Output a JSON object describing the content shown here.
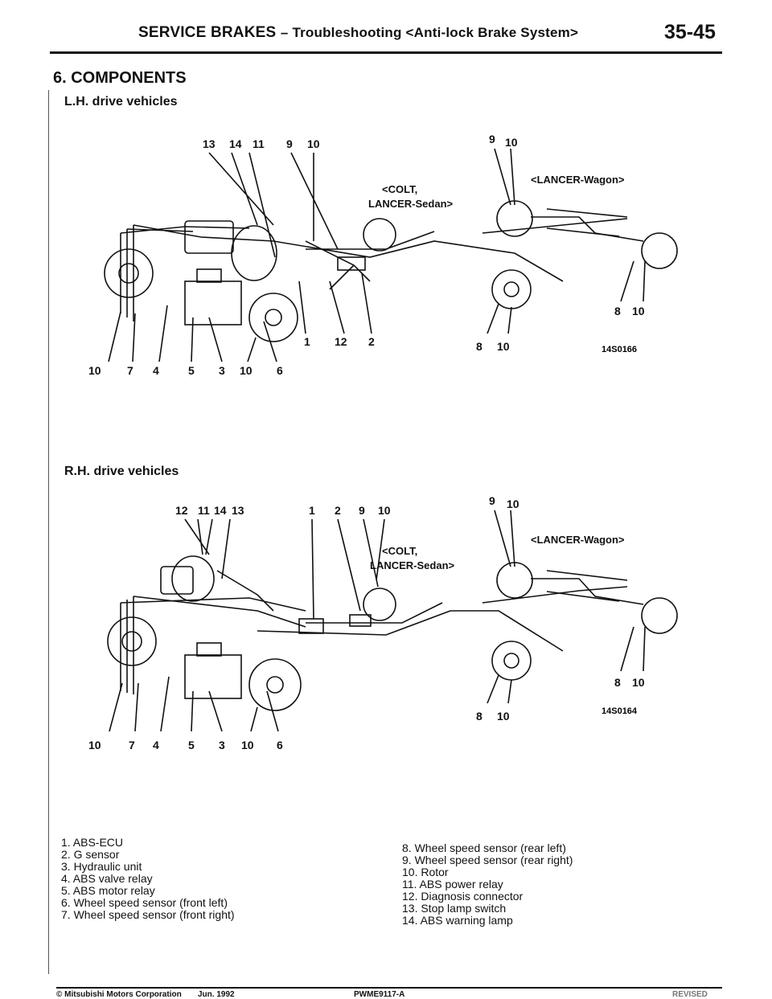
{
  "header": {
    "title_main": "SERVICE BRAKES",
    "title_sub": "– Troubleshooting <Anti-lock Brake System>",
    "page_number": "35-45"
  },
  "section": {
    "title": "6. COMPONENTS"
  },
  "lh": {
    "title": "L.H. drive vehicles",
    "figure_id": "14S0166",
    "label_colt": "<COLT,",
    "label_sedan": "LANCER-Sedan>",
    "label_wagon": "<LANCER-Wagon>",
    "callouts_top": [
      "13",
      "14",
      "11",
      "9",
      "10"
    ],
    "callouts_top_right": [
      "9",
      "10"
    ],
    "callouts_bottom": [
      "10",
      "7",
      "4",
      "5",
      "3",
      "10",
      "6"
    ],
    "callouts_mid": [
      "1",
      "12",
      "2"
    ],
    "callouts_rear_left": [
      "8",
      "10"
    ],
    "callouts_rear_right": [
      "8",
      "10"
    ]
  },
  "rh": {
    "title": "R.H. drive vehicles",
    "figure_id": "14S0164",
    "label_colt": "<COLT,",
    "label_sedan": "LANCER-Sedan>",
    "label_wagon": "<LANCER-Wagon>",
    "callouts_top": [
      "12",
      "11",
      "14",
      "13",
      "1",
      "2",
      "9",
      "10"
    ],
    "callouts_top_right": [
      "9",
      "10"
    ],
    "callouts_bottom": [
      "10",
      "7",
      "4",
      "5",
      "3",
      "10",
      "6"
    ],
    "callouts_rear_left": [
      "8",
      "10"
    ],
    "callouts_rear_right": [
      "8",
      "10"
    ]
  },
  "legend": {
    "left": [
      "1. ABS-ECU",
      "2. G sensor",
      "3. Hydraulic unit",
      "4. ABS valve relay",
      "5. ABS motor relay",
      "6. Wheel speed sensor (front left)",
      "7. Wheel speed sensor (front right)"
    ],
    "right": [
      "8. Wheel speed sensor (rear left)",
      "9. Wheel speed sensor (rear right)",
      "10. Rotor",
      "11. ABS power relay",
      "12. Diagnosis connector",
      "13. Stop lamp switch",
      "14. ABS warning lamp"
    ]
  },
  "footer": {
    "copyright": "© Mitsubishi Motors Corporation",
    "date": "Jun. 1992",
    "code": "PWME9117-A",
    "revised": "REVISED"
  }
}
